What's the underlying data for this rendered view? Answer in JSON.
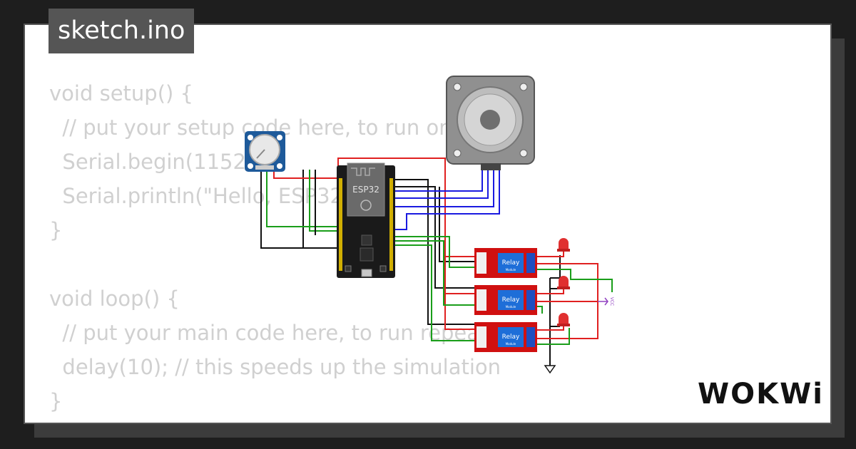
{
  "tab": {
    "title": "sketch.ino"
  },
  "code_lines": [
    "void setup() {",
    "  // put your setup code here, to run once:",
    "  Serial.begin(115200);",
    "  Serial.println(\"Hello, ESP32!\");",
    "}",
    "",
    "void loop() {",
    "  // put your main code here, to run repeatedly:",
    "  delay(10); // this speeds up the simulation",
    "}"
  ],
  "board": {
    "label": "ESP32"
  },
  "relays": [
    {
      "label": "Relay",
      "sublabel": "Module"
    },
    {
      "label": "Relay",
      "sublabel": "Module"
    },
    {
      "label": "Relay",
      "sublabel": "Module"
    }
  ],
  "power": {
    "vcc_label": "VCC"
  },
  "brand": {
    "logo_text": "WOKWi"
  },
  "colors": {
    "wire_red": "#e02020",
    "wire_green": "#1a9e1a",
    "wire_blue": "#1a1ae0",
    "wire_black": "#111111",
    "relay_red": "#d01010",
    "relay_blue": "#1e6ed8",
    "pot_blue": "#1e5a9a",
    "vcc_purple": "#9040c0"
  }
}
